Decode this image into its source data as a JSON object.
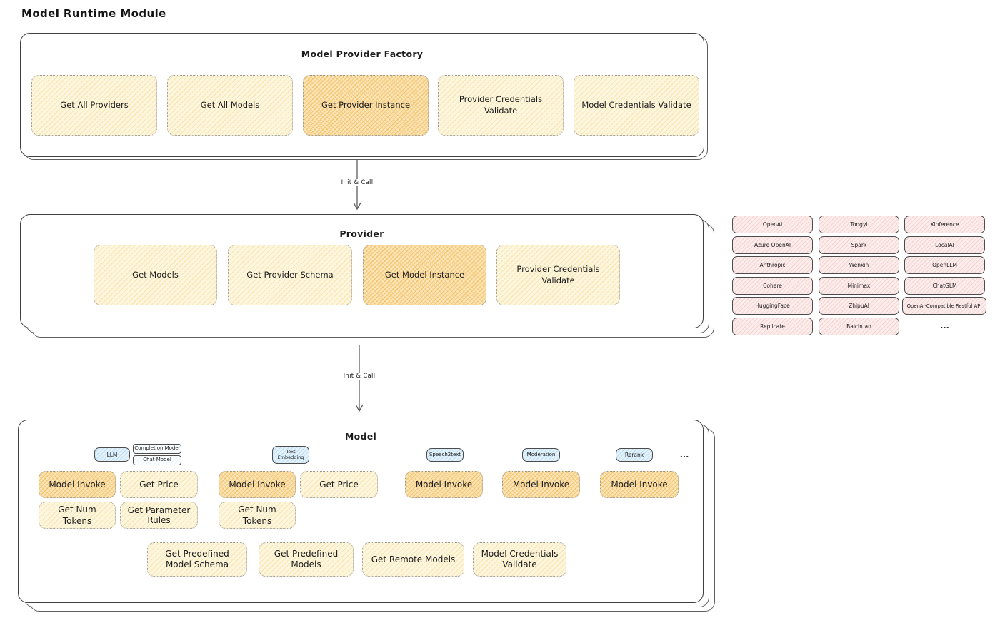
{
  "page_title": "Model Runtime Module",
  "arrows": {
    "factory_to_provider": "Init & Call",
    "provider_to_model": "Init & Call"
  },
  "factory": {
    "title": "Model Provider Factory",
    "functions": [
      {
        "label": "Get All Providers",
        "highlighted": false
      },
      {
        "label": "Get All Models",
        "highlighted": false
      },
      {
        "label": "Get Provider Instance",
        "highlighted": true
      },
      {
        "label": "Provider Credentials Validate",
        "highlighted": false
      },
      {
        "label": "Model Credentials Validate",
        "highlighted": false
      }
    ]
  },
  "provider": {
    "title": "Provider",
    "functions": [
      {
        "label": "Get Models",
        "highlighted": false
      },
      {
        "label": "Get Provider Schema",
        "highlighted": false
      },
      {
        "label": "Get Model Instance",
        "highlighted": true
      },
      {
        "label": "Provider Credentials Validate",
        "highlighted": false
      }
    ]
  },
  "provider_list": {
    "items": [
      "OpenAI",
      "Tongyi",
      "Xinference",
      "Azure OpenAI",
      "Spark",
      "LocalAI",
      "Anthropic",
      "Wenxin",
      "OpenLLM",
      "Cohere",
      "Minimax",
      "ChatGLM",
      "HuggingFace",
      "ZhipuAI",
      "OpenAI-Compatible Restful API",
      "Replicate",
      "Baichuan"
    ],
    "more": "..."
  },
  "model": {
    "title": "Model",
    "type_badges": {
      "llm": "LLM",
      "completion_model": "Completion Model",
      "chat_model": "Chat Model",
      "text_embedding": "Text Embedding",
      "speech2text": "Speech2text",
      "moderation": "Moderation",
      "rerank": "Rerank",
      "more": "..."
    },
    "functions": {
      "model_invoke": "Model Invoke",
      "get_price": "Get Price",
      "get_num_tokens": "Get Num Tokens",
      "get_parameter_rules": "Get Parameter Rules"
    },
    "shared_functions": [
      "Get Predefined Model Schema",
      "Get Predefined Models",
      "Get Remote Models",
      "Model Credentials Validate"
    ]
  }
}
